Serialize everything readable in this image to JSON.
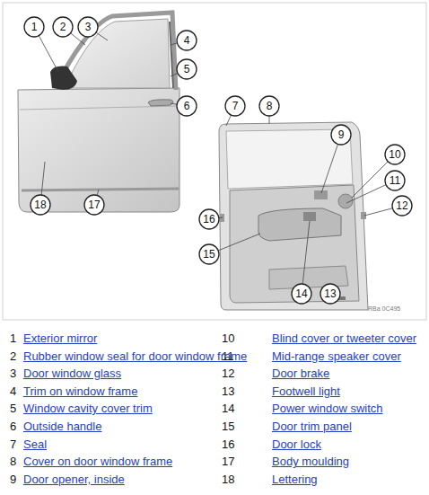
{
  "diagram": {
    "nodes": [
      {
        "text": [
          "1"
        ]
      },
      {
        "text": [
          "2"
        ]
      },
      {
        "text": [
          "3"
        ]
      },
      {
        "text": [
          "4"
        ]
      },
      {
        "text": [
          "5"
        ]
      },
      {
        "text": [
          "6"
        ]
      },
      {
        "text": [
          "7"
        ]
      },
      {
        "text": [
          "8"
        ]
      },
      {
        "text": [
          "9"
        ]
      },
      {
        "text": [
          "10"
        ]
      },
      {
        "text": [
          "11"
        ]
      },
      {
        "text": [
          "12"
        ]
      },
      {
        "text": [
          "13"
        ]
      },
      {
        "text": [
          "14"
        ]
      },
      {
        "text": [
          "15"
        ]
      },
      {
        "text": [
          "16"
        ]
      },
      {
        "text": [
          "17"
        ]
      },
      {
        "text": [
          "18"
        ]
      }
    ],
    "labels": [
      "1",
      "Exterior mirror",
      "2",
      "Rubber window seal for door window frame",
      "3",
      "Door window glass",
      "4",
      "Trim on window frame",
      "5",
      "Window cavity cover trim",
      "6",
      "Outside handle",
      "7",
      "Seal",
      "8",
      "Cover on door window frame",
      "9",
      "Door opener, inside",
      "10",
      "Blind cover or tweeter cover",
      "11",
      "Mid-range speaker cover",
      "12",
      "Door brake",
      "13",
      "Footwell light",
      "14",
      "Power window switch",
      "15",
      "Door trim panel",
      "16",
      "Door lock",
      "17",
      "Body moulding",
      "18",
      "Lettering",
      "RBa 0C495"
    ]
  }
}
